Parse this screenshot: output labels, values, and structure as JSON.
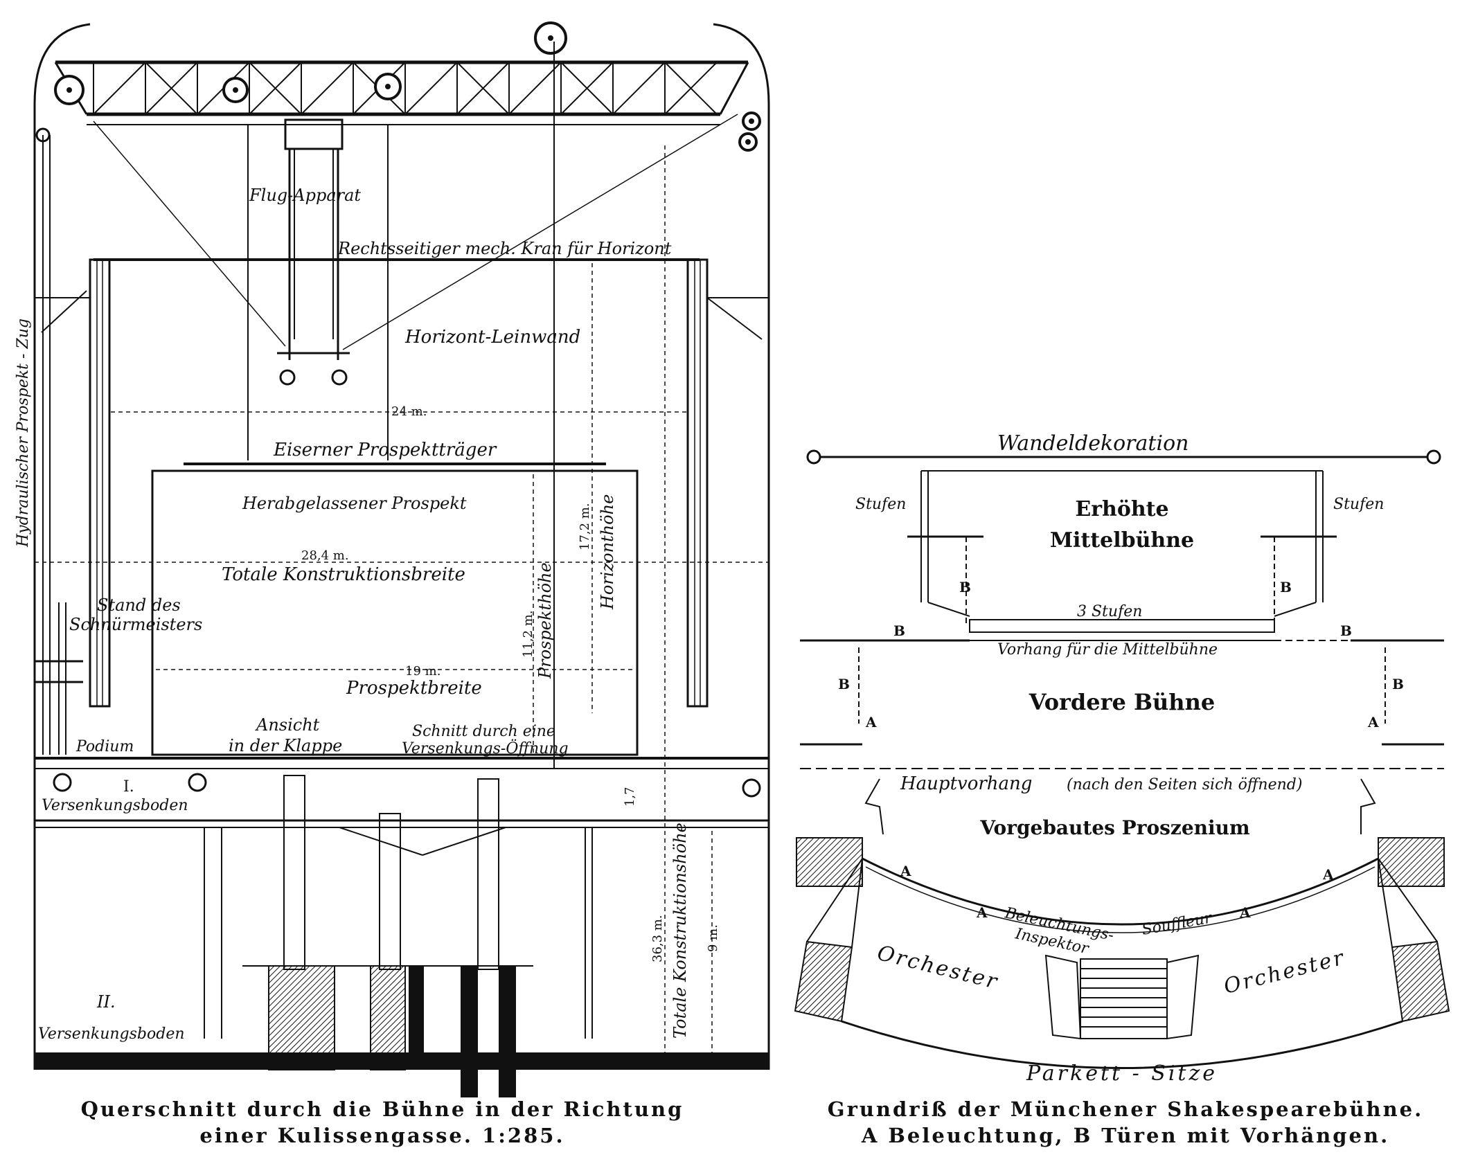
{
  "section": {
    "flug_apparat": "Flug-Apparat",
    "kran": "Rechtsseitiger mech. Kran für Horizont",
    "horizont_leinwand": "Horizont-Leinwand",
    "hydraulischer_zug": "Hydraulischer Prospekt - Zug",
    "dim_24": "24 m.",
    "eiserner": "Eiserner Prospektträger",
    "herabgelassener": "Herabgelassener Prospekt",
    "dim_28": "28,4 m.",
    "totale_breite": "Totale Konstruktionsbreite",
    "dim_17": "17,2 m.",
    "horizonthoehe": "Horizonthöhe",
    "dim_11": "11,2 m.",
    "prospekthoehe": "Prospekthöhe",
    "stand_1": "Stand des",
    "stand_2": "Schnürmeisters",
    "dim_19": "19 m.",
    "prospektbreite": "Prospektbreite",
    "podium": "Podium",
    "ansicht_1": "Ansicht",
    "ansicht_2": "in der Klappe",
    "schnitt_1": "Schnitt durch eine",
    "schnitt_2": "Versenkungs-Öffnung",
    "boden1_num": "I.",
    "boden1": "Versenkungsboden",
    "dim_1_7": "1,7",
    "boden2_num": "II.",
    "boden2": "Versenkungsboden",
    "dim_36": "36,3 m.",
    "totale_hoehe": "Totale Konstruktionshöhe",
    "dim_9": "9 m."
  },
  "plan": {
    "wandeldekoration": "Wandeldekoration",
    "stufen_left": "Stufen",
    "stufen_right": "Stufen",
    "erhoehte_1": "Erhöhte",
    "erhoehte_2": "Mittelbühne",
    "b": "B",
    "drei_stufen": "3 Stufen",
    "vorhang": "Vorhang für die Mittelbühne",
    "vordere": "Vordere Bühne",
    "a": "A",
    "hauptvorhang": "Hauptvorhang",
    "hauptvorhang_note": "(nach den Seiten sich öffnend)",
    "vorgebautes": "Vorgebautes Proszenium",
    "beleuchtungs_1": "Beleuchtungs-",
    "beleuchtungs_2": "Inspektor",
    "souffleur": "Souffleur",
    "orchester_left": "Orchester",
    "orchester_right": "Orchester",
    "parkett": "Parkett - Sitze"
  },
  "captions": {
    "left_1": "Querschnitt durch die Bühne in der Richtung",
    "left_2": "einer Kulissengasse.  1:285.",
    "right_1": "Grundriß der Münchener Shakespearebühne.",
    "right_2": "A Beleuchtung, B Türen mit Vorhängen."
  }
}
